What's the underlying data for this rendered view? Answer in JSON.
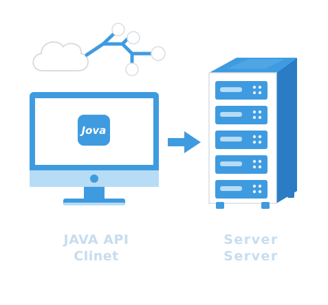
{
  "screen_badge": "Jova",
  "client_caption": {
    "line1": "JAVA API",
    "line2": "Clinet"
  },
  "server_caption": {
    "line1": "Server",
    "line2": "Server"
  },
  "server_unit_count": 5,
  "colors": {
    "primary": "#3f9be0",
    "dark": "#2a7cc4",
    "light": "#b7dcf5",
    "caption": "#c6ddef",
    "cloud_stroke": "#d8dde2"
  }
}
